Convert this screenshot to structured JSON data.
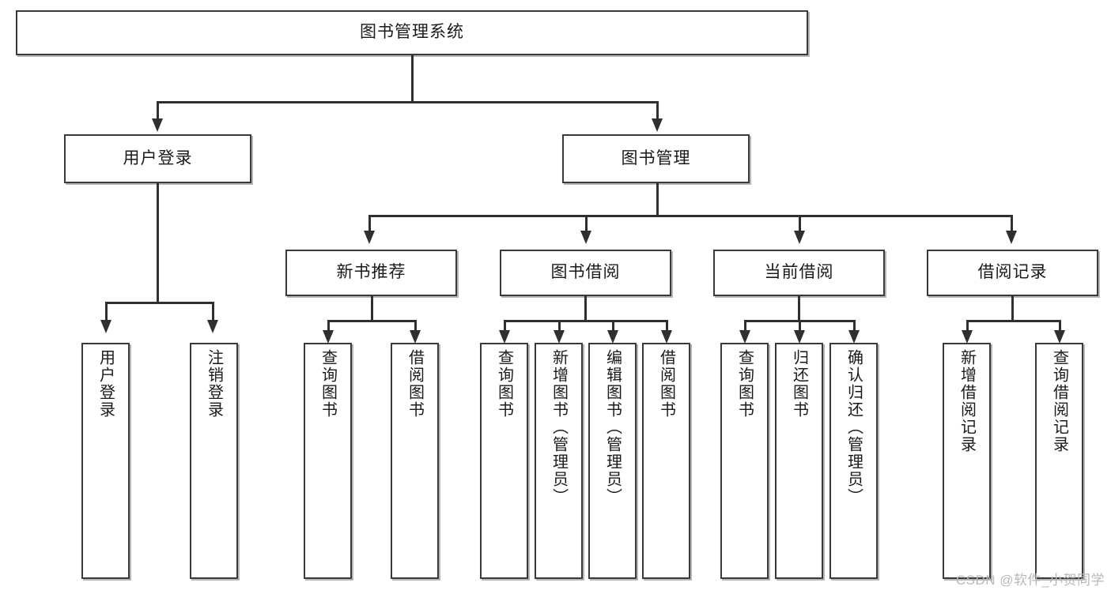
{
  "diagram": {
    "title": "图书管理系统",
    "type": "tree",
    "root": {
      "id": "root",
      "label": "图书管理系统"
    },
    "level2": [
      {
        "id": "user-login",
        "label": "用户登录"
      },
      {
        "id": "book-management",
        "label": "图书管理"
      }
    ],
    "level3": [
      {
        "id": "new-book-recommend",
        "label": "新书推荐"
      },
      {
        "id": "book-borrow",
        "label": "图书借阅"
      },
      {
        "id": "current-borrow",
        "label": "当前借阅"
      },
      {
        "id": "borrow-record",
        "label": "借阅记录"
      }
    ],
    "leaves": {
      "user-login": [
        {
          "id": "leaf-user-login",
          "label": "用户登录"
        },
        {
          "id": "leaf-logout",
          "label": "注销登录"
        }
      ],
      "new-book-recommend": [
        {
          "id": "leaf-query-book-1",
          "label": "查询图书"
        },
        {
          "id": "leaf-borrow-book-1",
          "label": "借阅图书"
        }
      ],
      "book-borrow": [
        {
          "id": "leaf-query-book-2",
          "label": "查询图书"
        },
        {
          "id": "leaf-add-book",
          "label": "新增图书（管理员）"
        },
        {
          "id": "leaf-edit-book",
          "label": "编辑图书（管理员）"
        },
        {
          "id": "leaf-borrow-book-2",
          "label": "借阅图书"
        }
      ],
      "current-borrow": [
        {
          "id": "leaf-query-book-3",
          "label": "查询图书"
        },
        {
          "id": "leaf-return-book",
          "label": "归还图书"
        },
        {
          "id": "leaf-confirm-return",
          "label": "确认归还（管理员）"
        }
      ],
      "borrow-record": [
        {
          "id": "leaf-add-record",
          "label": "新增借阅记录"
        },
        {
          "id": "leaf-query-record",
          "label": "查询借阅记录"
        }
      ]
    }
  },
  "watermark": {
    "text": "CSDN @软件_小贺同学"
  },
  "colors": {
    "box_border": "#3a3a3a",
    "box_fill": "#ffffff",
    "connector": "#2f2f2f",
    "text": "#1a1a1a",
    "watermark": "#b8b8b8",
    "background": "#ffffff"
  }
}
